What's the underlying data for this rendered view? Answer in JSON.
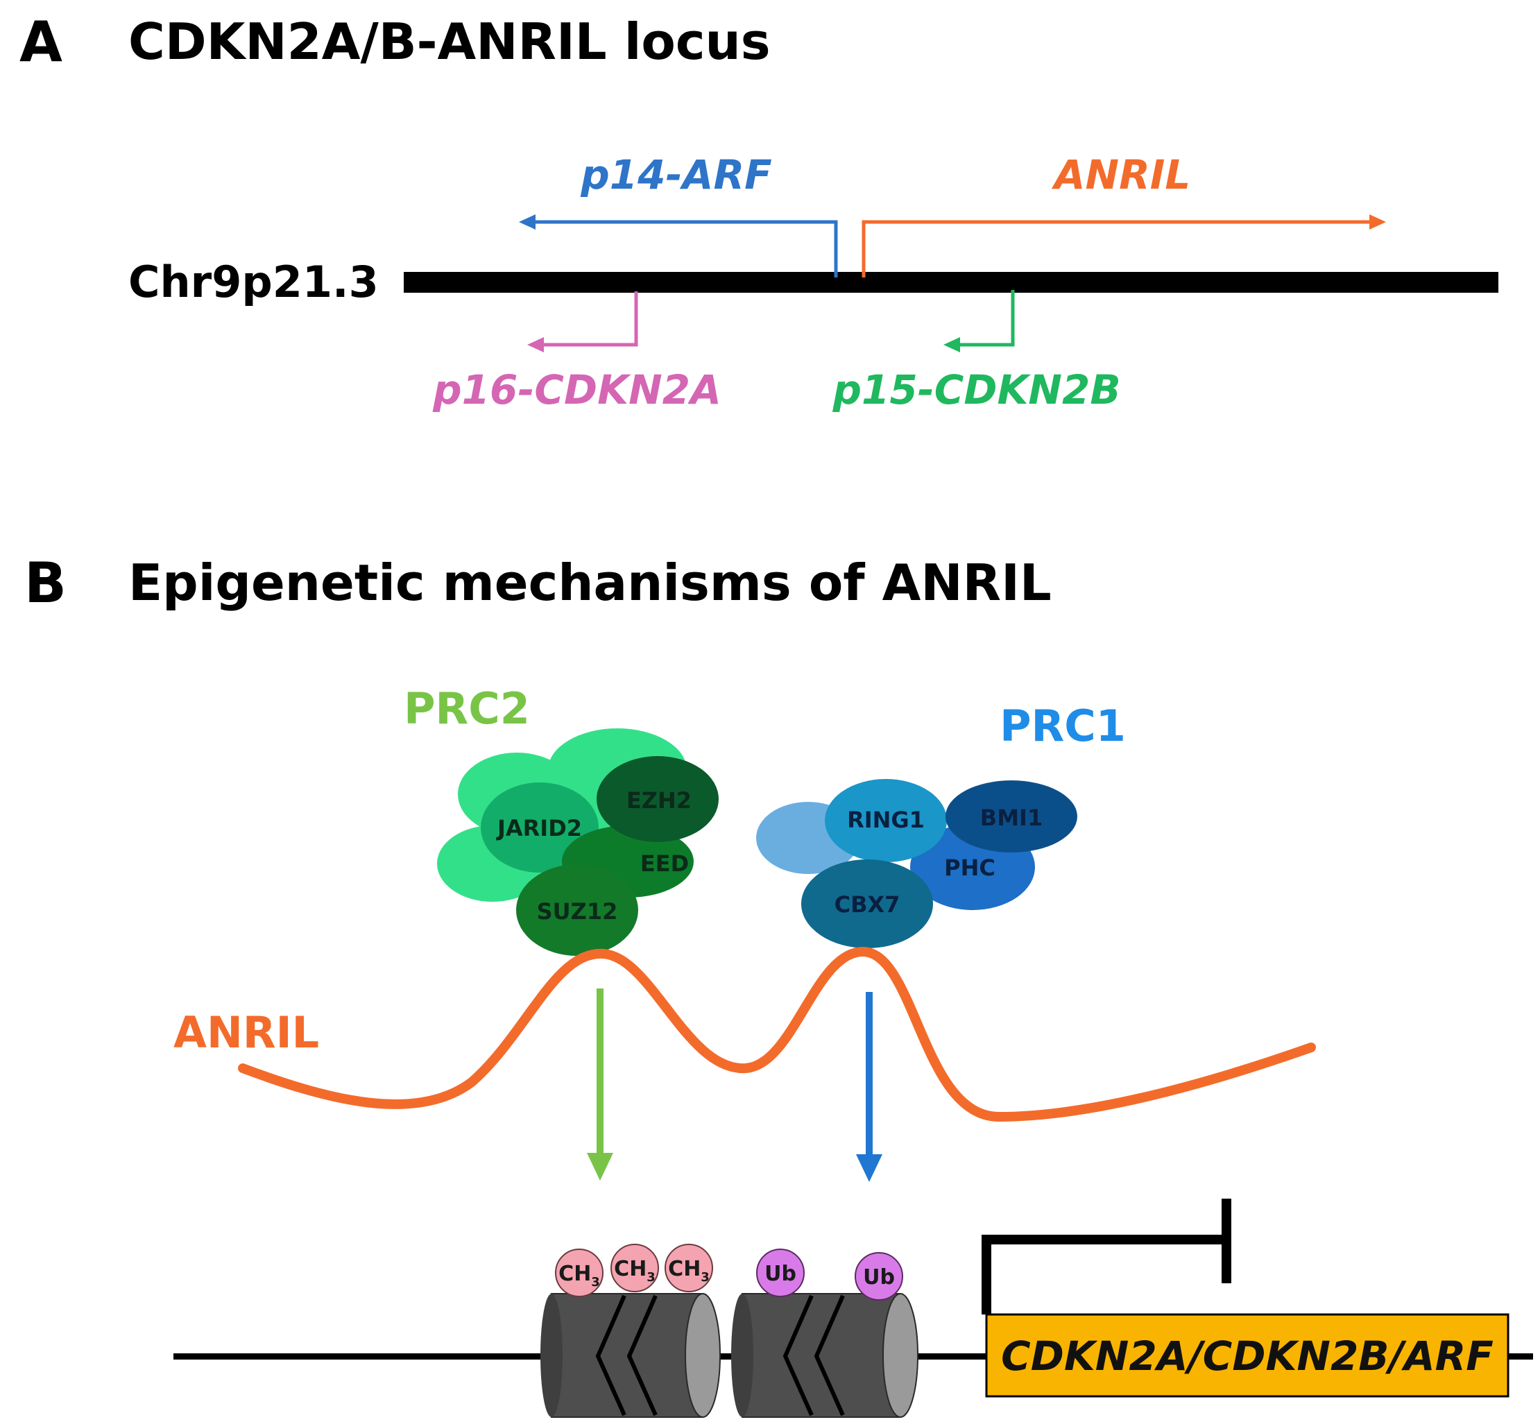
{
  "panel_a": {
    "letter": "A",
    "title": "CDKN2A/B-ANRIL locus",
    "chromosome": "Chr9p21.3",
    "genes": {
      "p14": "p14-ARF",
      "anril": "ANRIL",
      "p16": "p16-CDKN2A",
      "p15": "p15-CDKN2B"
    }
  },
  "panel_b": {
    "letter": "B",
    "title": "Epigenetic mechanisms of ANRIL",
    "prc2": {
      "label": "PRC2",
      "subunits": {
        "jarid2": "JARID2",
        "ezh2": "EZH2",
        "eed": "EED",
        "suz12": "SUZ12"
      }
    },
    "prc1": {
      "label": "PRC1",
      "subunits": {
        "ring1": "RING1",
        "bmi1": "BMI1",
        "phc": "PHC",
        "cbx7": "CBX7"
      }
    },
    "rna_label": "ANRIL",
    "methyl_marks": [
      "CH3",
      "CH3",
      "CH3"
    ],
    "ubiquitin_marks": [
      "Ub",
      "Ub"
    ],
    "target_gene": "CDKN2A/CDKN2B/ARF"
  },
  "colors": {
    "p14": "#2e74c9",
    "anril": "#f36b2b",
    "p16": "#d466b4",
    "p15": "#1fb85f",
    "prc2_label": "#79c447",
    "prc1_label": "#1f8de8",
    "prc2_arrow": "#79c447",
    "prc1_arrow": "#1f77d1",
    "target_box": "#f8b400",
    "methyl": "#f4a4b0",
    "ubiquitin": "#d87be8",
    "nucleosome": "#5a5a5a"
  }
}
